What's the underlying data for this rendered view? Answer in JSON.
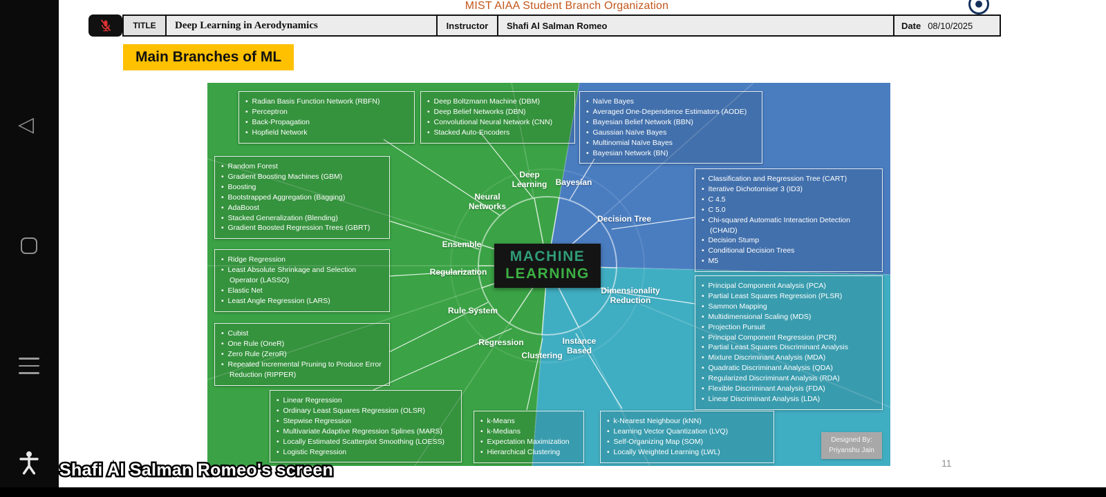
{
  "org_header": {
    "title": "MIST AIAA Student Branch Organization"
  },
  "header": {
    "title_label": "TITLE",
    "title_value": "Deep Learning in Aerodynamics",
    "instructor_label": "Instructor",
    "instructor_value": "Shafi Al Salman Romeo",
    "date_label": "Date",
    "date_value": "08/10/2025"
  },
  "slide": {
    "heading": "Main Branches of ML",
    "page_number": "11",
    "center": {
      "line1": "MACHINE",
      "line2": "LEARNING"
    },
    "designed_by": {
      "line1": "Designed By:",
      "line2": "Priyanshu Jain"
    },
    "branches": [
      {
        "label": "Neural Networks",
        "items": [
          "Radian Basis Function Network (RBFN)",
          "Perceptron",
          "Back-Propagation",
          "Hopfield Network"
        ]
      },
      {
        "label": "Deep Learning",
        "items": [
          "Deep Boltzmann Machine (DBM)",
          "Deep Belief Networks (DBN)",
          "Convolutional Neural Network (CNN)",
          "Stacked Auto-Encoders"
        ]
      },
      {
        "label": "Bayesian",
        "items": [
          "Naïve Bayes",
          "Averaged One-Dependence Estimators (AODE)",
          "Bayesian Belief Network (BBN)",
          "Gaussian Naïve Bayes",
          "Multinomial Naïve Bayes",
          "Bayesian Network (BN)"
        ]
      },
      {
        "label": "Ensemble",
        "items": [
          "Random Forest",
          "Gradient Boosting Machines (GBM)",
          "Boosting",
          "Bootstrapped Aggregation (Bagging)",
          "AdaBoost",
          "Stacked Generalization (Blending)",
          "Gradient Boosted Regression Trees (GBRT)"
        ]
      },
      {
        "label": "Decision Tree",
        "items": [
          "Classification and Regression Tree (CART)",
          "Iterative Dichotomiser 3 (ID3)",
          "C 4.5",
          "C 5.0",
          "Chi-squared Automatic Interaction Detection (CHAID)",
          "Decision Stump",
          "Conditional Decision Trees",
          "M5"
        ]
      },
      {
        "label": "Regularization",
        "items": [
          "Ridge Regression",
          "Least Absolute Shrinkage and Selection Operator (LASSO)",
          "Elastic Net",
          "Least Angle Regression (LARS)"
        ]
      },
      {
        "label": "Dimensionality Reduction",
        "items": [
          "Principal Component Analysis (PCA)",
          "Partial Least Squares Regression (PLSR)",
          "Sammon Mapping",
          "Multidimensional Scaling (MDS)",
          "Projection Pursuit",
          "Principal Component Regression (PCR)",
          "Partial Least Squares Discriminant Analysis",
          "Mixture Discriminant Analysis (MDA)",
          "Quadratic Discriminant Analysis (QDA)",
          "Regularized Discriminant Analysis (RDA)",
          "Flexible Discriminant Analysis (FDA)",
          "Linear Discriminant Analysis (LDA)"
        ]
      },
      {
        "label": "Rule System",
        "items": [
          "Cubist",
          "One Rule (OneR)",
          "Zero Rule (ZeroR)",
          "Repeated Incremental Pruning to Produce Error Reduction (RIPPER)"
        ]
      },
      {
        "label": "Regression",
        "items": [
          "Linear Regression",
          "Ordinary Least Squares Regression (OLSR)",
          "Stepwise Regression",
          "Multivariate Adaptive Regression Splines (MARS)",
          "Locally Estimated Scatterplot Smoothing (LOESS)",
          "Logistic Regression"
        ]
      },
      {
        "label": "Clustering",
        "items": [
          "k-Means",
          "k-Medians",
          "Expectation Maximization",
          "Hierarchical Clustering"
        ]
      },
      {
        "label": "Instance Based",
        "items": [
          "k-Nearest Neighbour (kNN)",
          "Learning Vector Quantization (LVQ)",
          "Self-Organizing Map (SOM)",
          "Locally Weighted Learning (LWL)"
        ]
      }
    ]
  },
  "screen_share": {
    "label": "Shafi Al Salman Romeo's screen"
  },
  "sidebar": {
    "icons": [
      "back-icon",
      "square-icon",
      "menu-icon",
      "accessibility-icon"
    ]
  },
  "colors": {
    "green": "#3ba345",
    "blue": "#4a7dc0",
    "teal": "#40aec2",
    "heading_bg": "#ffc000",
    "org_title": "#c3561b",
    "machine_text": "#2f9d77",
    "learning_text": "#3cb043"
  }
}
